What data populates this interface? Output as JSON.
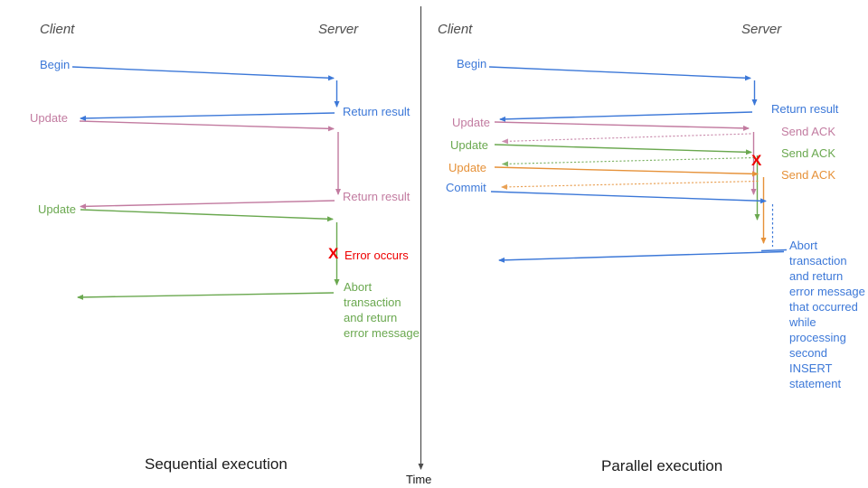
{
  "colors": {
    "blue": "#3c78d8",
    "pink": "#c27ba0",
    "green": "#6aa84f",
    "orange": "#e69138",
    "red": "#ee0000",
    "axis": "#4d4d4d",
    "heading": "#4d4d4d",
    "caption": "#1a1a1a"
  },
  "time_axis": {
    "label": "Time"
  },
  "sequential": {
    "caption": "Sequential execution",
    "client_header": "Client",
    "server_header": "Server",
    "messages": {
      "begin": "Begin",
      "return_result_1": "Return result",
      "update_1": "Update",
      "return_result_2": "Return result",
      "update_2": "Update",
      "error_marker": "X",
      "error_label": "Error occurs",
      "abort_text": "Abort\ntransaction\nand return\nerror message"
    }
  },
  "parallel": {
    "caption": "Parallel execution",
    "client_header": "Client",
    "server_header": "Server",
    "messages": {
      "begin": "Begin",
      "return_result": "Return result",
      "update_1": "Update",
      "send_ack_1": "Send ACK",
      "update_2": "Update",
      "send_ack_2": "Send ACK",
      "update_3": "Update",
      "send_ack_3": "Send ACK",
      "commit": "Commit",
      "error_marker": "X",
      "abort_text": "Abort\ntransaction\nand return\nerror message\nthat occurred\nwhile\nprocessing\nsecond\nINSERT\nstatement"
    }
  }
}
